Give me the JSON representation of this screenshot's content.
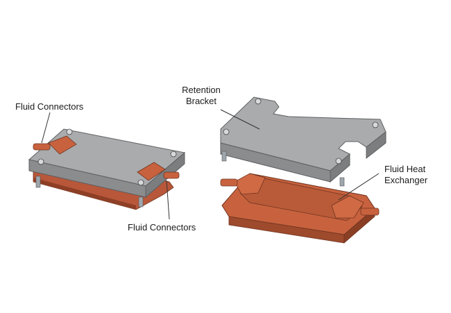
{
  "labels": {
    "fluid_connectors_top": "Fluid Connectors",
    "fluid_connectors_bottom": "Fluid Connectors",
    "retention_bracket_line1": "Retention",
    "retention_bracket_line2": "Bracket",
    "fluid_heat_exchanger_line1": "Fluid Heat",
    "fluid_heat_exchanger_line2": "Exchanger"
  },
  "colors": {
    "bracket_top": "#a9abad",
    "bracket_side": "#8a8c8e",
    "copper_top": "#c8623e",
    "copper_side": "#9e4a2c",
    "leader_line": "#333333"
  }
}
